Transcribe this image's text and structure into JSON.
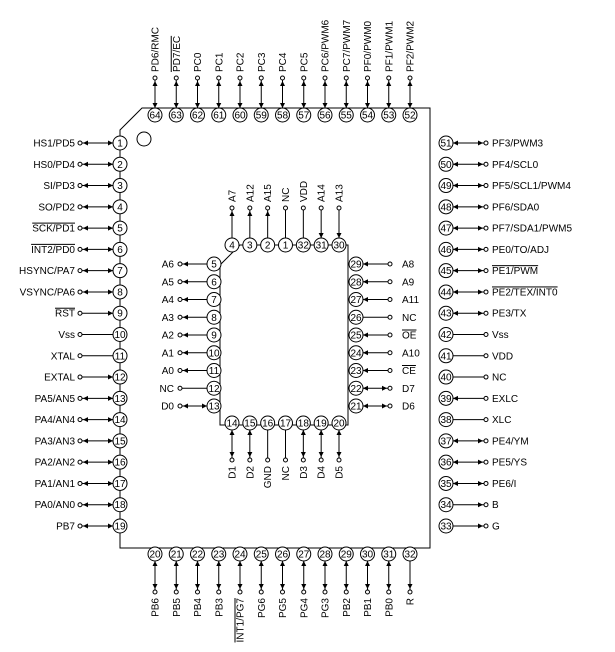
{
  "outer_pins": {
    "top": [
      {
        "num": "64",
        "label": "PD6/RMC",
        "dir": "bi"
      },
      {
        "num": "63",
        "label": "PD7/EC",
        "dir": "bi"
      },
      {
        "num": "62",
        "label": "PC0",
        "dir": "bi"
      },
      {
        "num": "61",
        "label": "PC1",
        "dir": "bi"
      },
      {
        "num": "60",
        "label": "PC2",
        "dir": "bi"
      },
      {
        "num": "59",
        "label": "PC3",
        "dir": "bi"
      },
      {
        "num": "58",
        "label": "PC4",
        "dir": "bi"
      },
      {
        "num": "57",
        "label": "PC5",
        "dir": "bi"
      },
      {
        "num": "56",
        "label": "PC6/PWM6",
        "dir": "bi"
      },
      {
        "num": "55",
        "label": "PC7/PWM7",
        "dir": "bi"
      },
      {
        "num": "54",
        "label": "PF0/PWM0",
        "dir": "bi"
      },
      {
        "num": "53",
        "label": "PF1/PWM1",
        "dir": "bi"
      },
      {
        "num": "52",
        "label": "PF2/PWM2",
        "dir": "bi"
      }
    ],
    "left": [
      {
        "num": "1",
        "label": "HS1/PD5",
        "dir": "bi"
      },
      {
        "num": "2",
        "label": "HS0/PD4",
        "dir": "bi"
      },
      {
        "num": "3",
        "label": "SI/PD3",
        "dir": "bi"
      },
      {
        "num": "4",
        "label": "SO/PD2",
        "dir": "bi"
      },
      {
        "num": "5",
        "label": "SCK/PD1",
        "dir": "bi"
      },
      {
        "num": "6",
        "label": "INT2/PD0",
        "dir": "bi"
      },
      {
        "num": "7",
        "label": "HSYNC/PA7",
        "dir": "bi"
      },
      {
        "num": "8",
        "label": "VSYNC/PA6",
        "dir": "bi"
      },
      {
        "num": "9",
        "label": "RST",
        "dir": "in"
      },
      {
        "num": "10",
        "label": "Vss",
        "dir": "none"
      },
      {
        "num": "11",
        "label": "XTAL",
        "dir": "none"
      },
      {
        "num": "12",
        "label": "EXTAL",
        "dir": "in"
      },
      {
        "num": "13",
        "label": "PA5/AN5",
        "dir": "bi"
      },
      {
        "num": "14",
        "label": "PA4/AN4",
        "dir": "bi"
      },
      {
        "num": "15",
        "label": "PA3/AN3",
        "dir": "bi"
      },
      {
        "num": "16",
        "label": "PA2/AN2",
        "dir": "bi"
      },
      {
        "num": "17",
        "label": "PA1/AN1",
        "dir": "bi"
      },
      {
        "num": "18",
        "label": "PA0/AN0",
        "dir": "bi"
      },
      {
        "num": "19",
        "label": "PB7",
        "dir": "bi"
      }
    ],
    "right": [
      {
        "num": "51",
        "label": "PF3/PWM3",
        "dir": "bi"
      },
      {
        "num": "50",
        "label": "PF4/SCL0",
        "dir": "bi"
      },
      {
        "num": "49",
        "label": "PF5/SCL1/PWM4",
        "dir": "bi"
      },
      {
        "num": "48",
        "label": "PF6/SDA0",
        "dir": "bi"
      },
      {
        "num": "47",
        "label": "PF7/SDA1/PWM5",
        "dir": "bi"
      },
      {
        "num": "46",
        "label": "PE0/TO/ADJ",
        "dir": "bi"
      },
      {
        "num": "45",
        "label": "PE1/PWM",
        "dir": "bi"
      },
      {
        "num": "44",
        "label": "PE2/TEX/INT0",
        "dir": "bi"
      },
      {
        "num": "43",
        "label": "PE3/TX",
        "dir": "bi"
      },
      {
        "num": "42",
        "label": "Vss",
        "dir": "none"
      },
      {
        "num": "41",
        "label": "VDD",
        "dir": "none"
      },
      {
        "num": "40",
        "label": "NC",
        "dir": "none"
      },
      {
        "num": "39",
        "label": "EXLC",
        "dir": "in"
      },
      {
        "num": "38",
        "label": "XLC",
        "dir": "none"
      },
      {
        "num": "37",
        "label": "PE4/YM",
        "dir": "bi"
      },
      {
        "num": "36",
        "label": "PE5/YS",
        "dir": "bi"
      },
      {
        "num": "35",
        "label": "PE6/I",
        "dir": "bi"
      },
      {
        "num": "34",
        "label": "B",
        "dir": "out"
      },
      {
        "num": "33",
        "label": "G",
        "dir": "out"
      }
    ],
    "bottom": [
      {
        "num": "20",
        "label": "PB6",
        "dir": "bi"
      },
      {
        "num": "21",
        "label": "PB5",
        "dir": "bi"
      },
      {
        "num": "22",
        "label": "PB4",
        "dir": "bi"
      },
      {
        "num": "23",
        "label": "PB3",
        "dir": "bi"
      },
      {
        "num": "24",
        "label": "INT1/PG7",
        "dir": "bi"
      },
      {
        "num": "25",
        "label": "PG6",
        "dir": "bi"
      },
      {
        "num": "26",
        "label": "PG5",
        "dir": "bi"
      },
      {
        "num": "27",
        "label": "PG4",
        "dir": "bi"
      },
      {
        "num": "28",
        "label": "PG3",
        "dir": "bi"
      },
      {
        "num": "29",
        "label": "PB2",
        "dir": "bi"
      },
      {
        "num": "30",
        "label": "PB1",
        "dir": "bi"
      },
      {
        "num": "31",
        "label": "PB0",
        "dir": "bi"
      },
      {
        "num": "32",
        "label": "R",
        "dir": "out"
      }
    ]
  },
  "inner_pins": {
    "top": [
      {
        "num": "4",
        "label": "A7",
        "dir": "out"
      },
      {
        "num": "3",
        "label": "A12",
        "dir": "out"
      },
      {
        "num": "2",
        "label": "A15",
        "dir": "out"
      },
      {
        "num": "1",
        "label": "NC",
        "dir": "none"
      },
      {
        "num": "32",
        "label": "VDD",
        "dir": "none"
      },
      {
        "num": "31",
        "label": "A14",
        "dir": "in"
      },
      {
        "num": "30",
        "label": "A13",
        "dir": "in"
      }
    ],
    "left": [
      {
        "num": "5",
        "label": "A6",
        "dir": "out"
      },
      {
        "num": "6",
        "label": "A5",
        "dir": "out"
      },
      {
        "num": "7",
        "label": "A4",
        "dir": "out"
      },
      {
        "num": "8",
        "label": "A3",
        "dir": "out"
      },
      {
        "num": "9",
        "label": "A2",
        "dir": "out"
      },
      {
        "num": "10",
        "label": "A1",
        "dir": "out"
      },
      {
        "num": "11",
        "label": "A0",
        "dir": "out"
      },
      {
        "num": "12",
        "label": "NC",
        "dir": "none"
      },
      {
        "num": "13",
        "label": "D0",
        "dir": "bi"
      }
    ],
    "right": [
      {
        "num": "29",
        "label": "A8",
        "dir": "in"
      },
      {
        "num": "28",
        "label": "A9",
        "dir": "in"
      },
      {
        "num": "27",
        "label": "A11",
        "dir": "in"
      },
      {
        "num": "26",
        "label": "NC",
        "dir": "none"
      },
      {
        "num": "25",
        "label": "OE",
        "dir": "in"
      },
      {
        "num": "24",
        "label": "A10",
        "dir": "in"
      },
      {
        "num": "23",
        "label": "CE",
        "dir": "in"
      },
      {
        "num": "22",
        "label": "D7",
        "dir": "bi"
      },
      {
        "num": "21",
        "label": "D6",
        "dir": "bi"
      }
    ],
    "bottom": [
      {
        "num": "14",
        "label": "D1",
        "dir": "bi"
      },
      {
        "num": "15",
        "label": "D2",
        "dir": "bi"
      },
      {
        "num": "16",
        "label": "GND",
        "dir": "none"
      },
      {
        "num": "17",
        "label": "NC",
        "dir": "none"
      },
      {
        "num": "18",
        "label": "D3",
        "dir": "bi"
      },
      {
        "num": "19",
        "label": "D4",
        "dir": "bi"
      },
      {
        "num": "20",
        "label": "D5",
        "dir": "bi"
      }
    ]
  },
  "overlined": [
    "PD7/EC",
    "SCK/PD1",
    "INT2/PD0",
    "RST",
    "PE1/PWM",
    "PE2/TEX/INT0",
    "INT1/PG7",
    "OE",
    "CE"
  ],
  "colors": {
    "ink": "#000000",
    "paper": "#ffffff"
  }
}
